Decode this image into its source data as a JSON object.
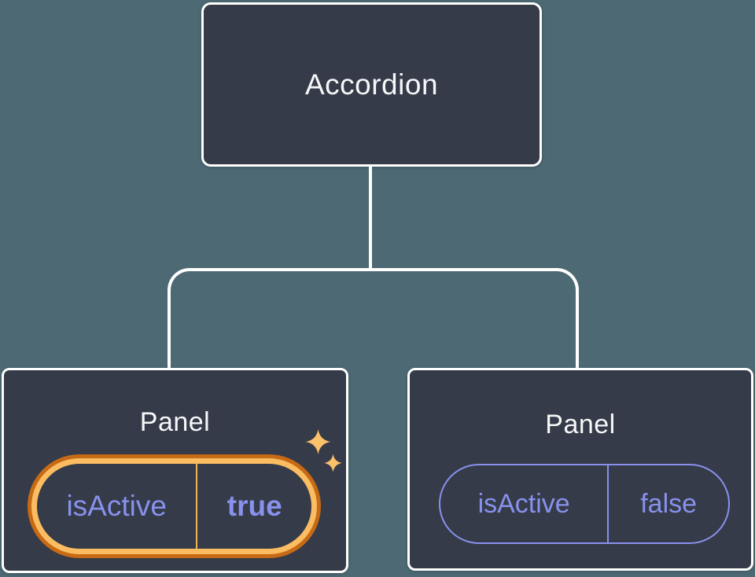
{
  "diagram": {
    "background_color": "#4D6A74",
    "node_fill_color": "#353B48",
    "node_border_color": "#FFFFFF",
    "title_color": "#F6F7F9",
    "accent_purple": "#8891EC",
    "accent_gold": "#FBBC62",
    "accent_dark_orange": "#C76A15",
    "root": {
      "label": "Accordion"
    },
    "panels": [
      {
        "label": "Panel",
        "prop": "isActive",
        "value": "true",
        "highlighted": true
      },
      {
        "label": "Panel",
        "prop": "isActive",
        "value": "false",
        "highlighted": false
      }
    ]
  }
}
